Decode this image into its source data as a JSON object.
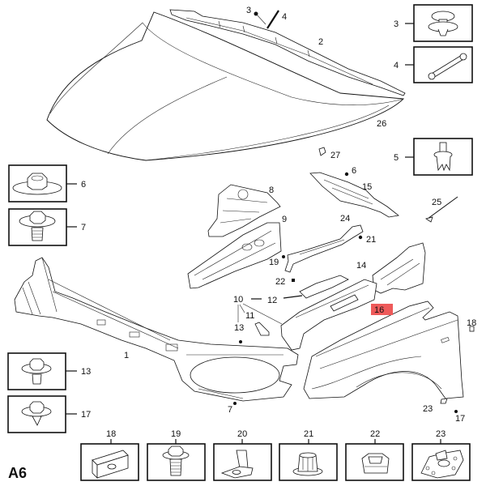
{
  "diagram": {
    "section_code": "A6",
    "highlighted_part": "16",
    "highlight_color": "#ee5a5a",
    "parts": {
      "p1": "1",
      "p2": "2",
      "p3": "3",
      "p4": "4",
      "p5": "5",
      "p6": "6",
      "p7": "7",
      "p8": "8",
      "p9": "9",
      "p10": "10",
      "p11": "11",
      "p12": "12",
      "p13": "13",
      "p14": "14",
      "p15": "15",
      "p16": "16",
      "p17": "17",
      "p18": "18",
      "p19": "19",
      "p20": "20",
      "p21": "21",
      "p22": "22",
      "p23": "23",
      "p24": "24",
      "p25": "25",
      "p26": "26",
      "p27": "27"
    },
    "side_boxes": [
      "3",
      "4",
      "5",
      "6",
      "7",
      "13",
      "17"
    ],
    "bottom_boxes": [
      "18",
      "19",
      "20",
      "21",
      "22",
      "23"
    ]
  }
}
